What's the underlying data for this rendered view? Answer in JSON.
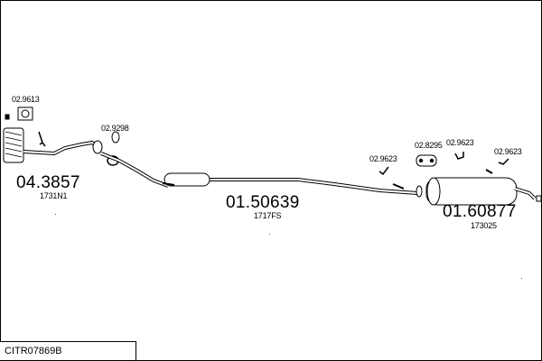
{
  "parts": [
    {
      "id": "front",
      "number": "04.3857",
      "sub_code": "1731N1"
    },
    {
      "id": "middle",
      "number": "01.50639",
      "sub_code": "1717FS"
    },
    {
      "id": "rear",
      "number": "01.60877",
      "sub_code": "173025"
    }
  ],
  "accessories": [
    {
      "number": "02.9613"
    },
    {
      "number": "02.9298"
    },
    {
      "number": "02.9623"
    },
    {
      "number": "02.8295"
    },
    {
      "number": "02.9623"
    },
    {
      "number": "02.9623"
    }
  ],
  "kit_code": "CITR07869B"
}
